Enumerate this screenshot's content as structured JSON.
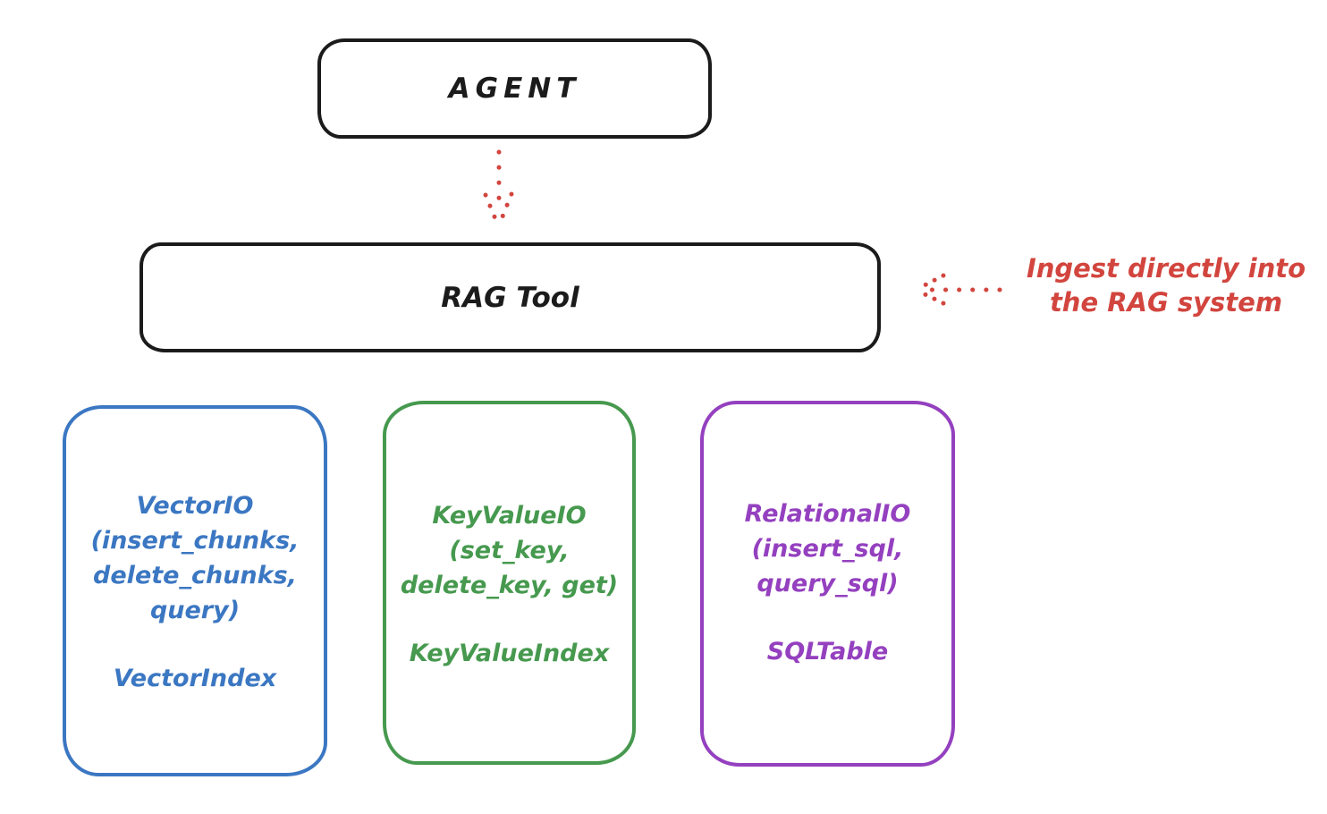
{
  "diagram": {
    "background": "#ffffff",
    "stroke_color": "#1b1b1b",
    "nodes": {
      "agent": {
        "label": "AGENT"
      },
      "rag_tool": {
        "label": "RAG Tool"
      },
      "vector_io": {
        "lines": [
          "VectorIO",
          "(insert_chunks,",
          "delete_chunks,",
          "query)"
        ],
        "index_label": "VectorIndex",
        "color": "#3b77c2"
      },
      "key_value_io": {
        "lines": [
          "KeyValueIO",
          "(set_key,",
          "delete_key, get)"
        ],
        "index_label": "KeyValueIndex",
        "color": "#46994e"
      },
      "relational_io": {
        "lines": [
          "RelationalIO",
          "(insert_sql,",
          "query_sql)"
        ],
        "index_label": "SQLTable",
        "color": "#9440bf"
      }
    },
    "annotation": {
      "lines": [
        "Ingest directly into",
        "the RAG system"
      ],
      "color": "#d2453e"
    },
    "arrows": [
      {
        "name": "agent-to-rag-tool",
        "style": "dotted",
        "color": "#d2453e",
        "direction": "down"
      },
      {
        "name": "annotation-to-rag-tool",
        "style": "dotted",
        "color": "#d2453e",
        "direction": "left"
      }
    ]
  }
}
